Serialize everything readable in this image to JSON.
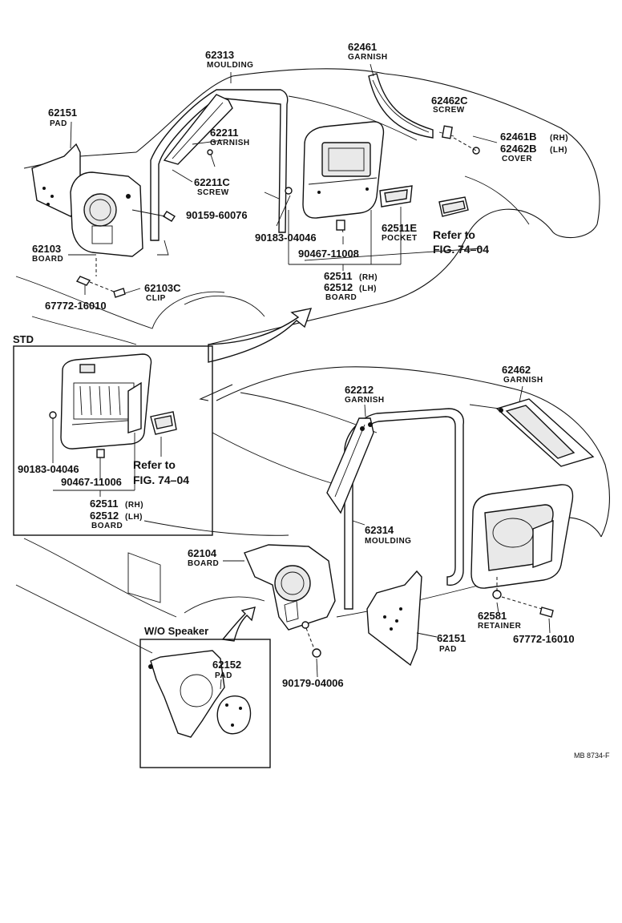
{
  "labels": {
    "l_62313": {
      "num": "62313",
      "name": "MOULDING"
    },
    "l_62461": {
      "num": "62461",
      "name": "GARNISH"
    },
    "l_62462C": {
      "num": "62462C",
      "name": "SCREW"
    },
    "l_62461B": {
      "num": "62461B",
      "suffix": "(RH)"
    },
    "l_62462B": {
      "num": "62462B",
      "suffix": "(LH)",
      "name": "COVER"
    },
    "l_62151_top": {
      "num": "62151",
      "name": "PAD"
    },
    "l_62211": {
      "num": "62211",
      "name": "GARNISH"
    },
    "l_62211C": {
      "num": "62211C",
      "name": "SCREW"
    },
    "l_90159": {
      "num": "90159-60076"
    },
    "l_90183_top": {
      "num": "90183-04046"
    },
    "l_62511E": {
      "num": "62511E",
      "name": "POCKET"
    },
    "l_ref_top": {
      "line1": "Refer to",
      "line2": "FIG. 74–04"
    },
    "l_62103": {
      "num": "62103",
      "name": "BOARD"
    },
    "l_90467_top": {
      "num": "90467-11008"
    },
    "l_62511_top": {
      "num": "62511",
      "suffix": "(RH)"
    },
    "l_62512_top": {
      "num": "62512",
      "suffix": "(LH)",
      "name": "BOARD"
    },
    "l_62103C": {
      "num": "62103C",
      "name": "CLIP"
    },
    "l_67772_top": {
      "num": "67772-16010"
    },
    "l_std": {
      "text": "STD"
    },
    "l_90183_std": {
      "num": "90183-04046"
    },
    "l_90467_std": {
      "num": "90467-11006"
    },
    "l_ref_std": {
      "line1": "Refer to",
      "line2": "FIG. 74–04"
    },
    "l_62511_std": {
      "num": "62511",
      "suffix": "(RH)"
    },
    "l_62512_std": {
      "num": "62512",
      "suffix": "(LH)",
      "name": "BOARD"
    },
    "l_62462": {
      "num": "62462",
      "name": "GARNISH"
    },
    "l_62212": {
      "num": "62212",
      "name": "GARNISH"
    },
    "l_62314": {
      "num": "62314",
      "name": "MOULDING"
    },
    "l_62104": {
      "num": "62104",
      "name": "BOARD"
    },
    "l_wo": {
      "text": "W/O Speaker"
    },
    "l_62152": {
      "num": "62152",
      "name": "PAD"
    },
    "l_62151_bot": {
      "num": "62151",
      "name": "PAD"
    },
    "l_62581": {
      "num": "62581",
      "name": "RETAINER"
    },
    "l_67772_bot": {
      "num": "67772-16010"
    },
    "l_90179": {
      "num": "90179-04006"
    },
    "l_code": {
      "text": "MB 8734-F"
    }
  }
}
